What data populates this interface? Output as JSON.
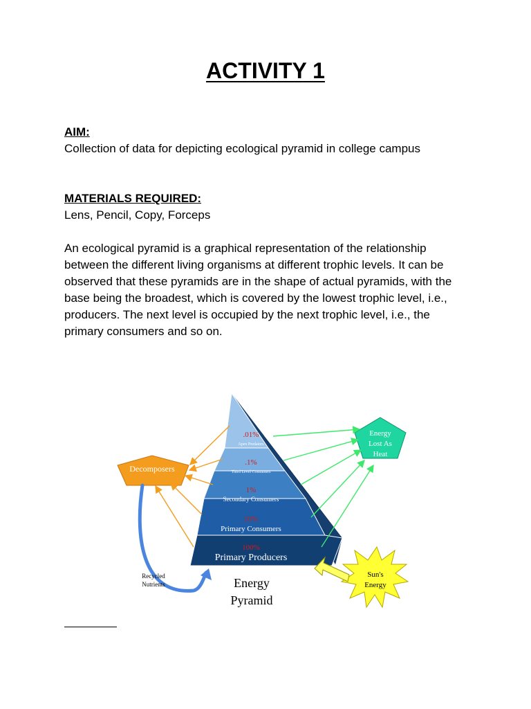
{
  "title": "ACTIVITY 1",
  "aim": {
    "heading": "AIM:",
    "text": "Collection of data for depicting ecological pyramid in college campus"
  },
  "materials": {
    "heading": "MATERIALS REQUIRED:",
    "text": "Lens, Pencil, Copy, Forceps"
  },
  "description": "An ecological pyramid is a graphical representation of the relationship between the different living organisms at different trophic levels. It can be observed that these pyramids are in the shape of actual pyramids, with the base being the broadest, which is covered by the lowest trophic level, i.e., producers. The next level is occupied by the next trophic level, i.e., the primary consumers and so on.",
  "figure": {
    "levels": [
      {
        "percent": ".01%",
        "label": "Apex Predators",
        "color": "#9cc3ea"
      },
      {
        "percent": ".1%",
        "label": "Third Level Consumers",
        "color": "#7aaee0"
      },
      {
        "percent": "1%",
        "label": "Secondary Consumers",
        "color": "#3d7fc3"
      },
      {
        "percent": "10%",
        "label": "Primary Consumers",
        "color": "#1f5ea6"
      },
      {
        "percent": "100%",
        "label": "Primary Producers",
        "color": "#123f72"
      }
    ],
    "decomposers": "Decomposers",
    "energy_lost": [
      "Energy",
      "Lost As",
      "Heat"
    ],
    "sun": [
      "Sun's",
      "Energy"
    ],
    "recycled": [
      "Recycled",
      "Nutrients"
    ],
    "caption": [
      "Energy",
      "Pyramid"
    ],
    "colors": {
      "percent_red": "#d21a1a",
      "decomposers": "#f39c1e",
      "heat": "#1fd6a0",
      "arrow_green": "#3ee86a",
      "arrow_orange": "#f39c1e",
      "arrow_blue": "#4a86e0",
      "sun": "#ffff33",
      "sun_arrow": "#ffff66"
    }
  }
}
